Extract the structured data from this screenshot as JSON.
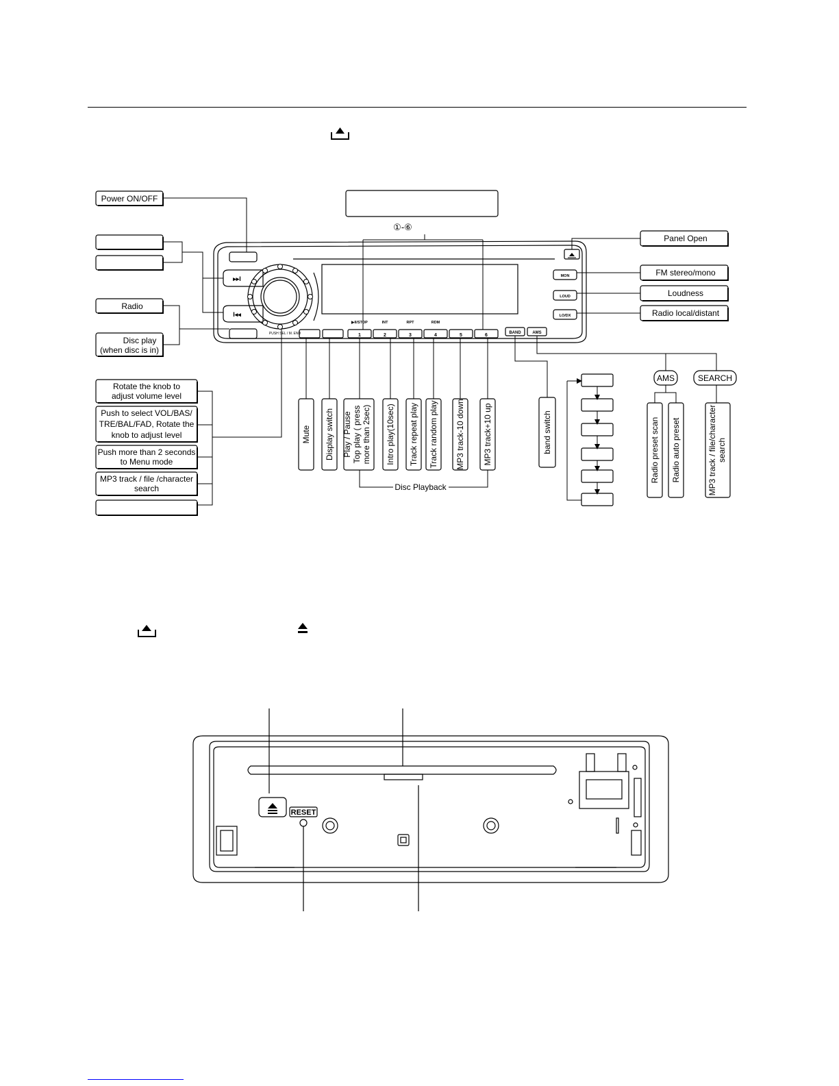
{
  "labels": {
    "power": "Power ON/OFF",
    "radio": "Radio",
    "disc_play_1": "Disc play",
    "disc_play_2": "(when disc is in)",
    "preset_range": "①-⑥",
    "panel_open": "Panel Open",
    "fm_stereo": "FM stereo/mono",
    "loudness": "Loudness",
    "radio_local": "Radio local/distant",
    "knob_rotate_1": "Rotate the knob to",
    "knob_rotate_2": "adjust volume level",
    "knob_push_1": "Push to select VOL/BAS/",
    "knob_push_2": "TRE/BAL/FAD, Rotate the",
    "knob_push_3": "knob to adjust level",
    "knob_menu_1": "Push more than 2 seconds",
    "knob_menu_2": "to Menu mode",
    "knob_mp3_1": "MP3 track / file /character",
    "knob_mp3_2": "search",
    "mute": "Mute",
    "display_switch": "Display switch",
    "play_pause_1": "Play / Pause",
    "play_pause_2": "Top play ( press",
    "play_pause_3": "more than 2sec)",
    "intro_play": "Intro play(10sec)",
    "track_repeat": "Track repeat play",
    "track_random": "Track random play",
    "mp3_down": "MP3 track-10 down",
    "mp3_up": "MP3 track+10 up",
    "disc_playback": "Disc Playback",
    "band_switch": "band switch",
    "ams": "AMS",
    "search": "SEARCH",
    "radio_preset_scan": "Radio preset scan",
    "radio_auto_preset": "Radio auto preset",
    "ams_mp3_1": "MP3 track / file/character",
    "ams_mp3_2": "search"
  },
  "panel": {
    "btn_1": "1",
    "btn_2": "2",
    "btn_3": "3",
    "btn_4": "4",
    "btn_5": "5",
    "btn_6": "6",
    "lbl_stop": "▶II/STOP",
    "lbl_int": "INT",
    "lbl_rpt": "RPT",
    "lbl_rdm": "RDM",
    "band": "BAND",
    "ams": "AMS",
    "mon": "MON",
    "loud": "LOUD",
    "lodx": "LO/DX",
    "push_label": "PUSH SEL / M. END",
    "next_glyph": "▸▸I",
    "prev_glyph": "I◂◂"
  },
  "inner": {
    "reset": "RESET"
  }
}
